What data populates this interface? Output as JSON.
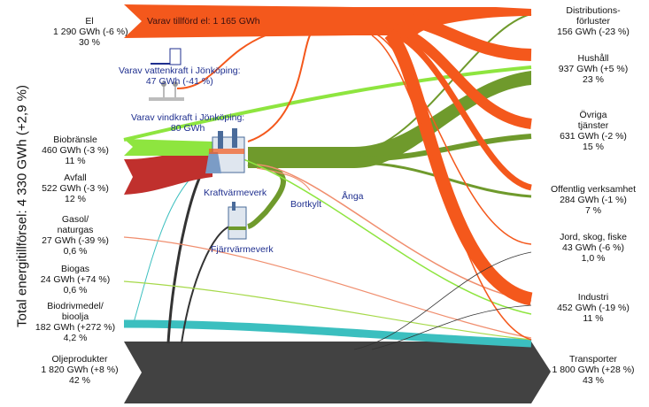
{
  "total": "Total energitillförsel: 4 330 GWh (+2,9 %)",
  "sources": {
    "el": [
      "El",
      "1 290 GWh (-6 %)",
      "30 %"
    ],
    "biobransle": [
      "Biobränsle",
      "460 GWh (-3 %)",
      "11 %"
    ],
    "avfall": [
      "Avfall",
      "522 GWh (-3 %)",
      "12 %"
    ],
    "gasol": [
      "Gasol/",
      "naturgas",
      "27 GWh (-39 %)",
      "0,6 %"
    ],
    "biogas": [
      "Biogas",
      "24 GWh (+74 %)",
      "0,6 %"
    ],
    "biodrivmedel": [
      "Biodrivmedel/",
      "bioolja",
      "182 GWh (+272 %)",
      "4,2 %"
    ],
    "olje": [
      "Oljeprodukter",
      "1 820 GWh (+8 %)",
      "42 %"
    ]
  },
  "sinks": {
    "distribution": [
      "Distributions-",
      "förluster",
      "156 GWh (-23 %)"
    ],
    "hushall": [
      "Hushåll",
      "937 GWh (+5 %)",
      "23 %"
    ],
    "ovriga": [
      "Övriga",
      "tjänster",
      "631 GWh (-2 %)",
      "15 %"
    ],
    "offentlig": [
      "Offentlig verksamhet",
      "284 GWh (-1 %)",
      "7 %"
    ],
    "jord": [
      "Jord, skog, fiske",
      "43 GWh (-6 %)",
      "1,0 %"
    ],
    "industri": [
      "Industri",
      "452 GWh (-19 %)",
      "11 %"
    ],
    "transporter": [
      "Transporter",
      "1 800 GWh (+28 %)",
      "43 %"
    ]
  },
  "annotations": {
    "tillford": "Varav tillförd el: 1 165 GWh",
    "vatten": [
      "Varav vattenkraft i Jönköping:",
      "47 GWh (-41 %)"
    ],
    "vind": [
      "Varav vindkraft i Jönköping:",
      "80 GWh"
    ],
    "kraftvarme": "Kraftvärmeverk",
    "fjarrvarme": "Fjärrvärmeverk",
    "bortkylt": "Bortkylt",
    "anga": "Ånga"
  },
  "colors": {
    "el": "#f4581c",
    "bio": "#8ee53f",
    "avfall": "#c0302d",
    "fjarrvarme": "#6f9a2c",
    "olja": "#424242",
    "biodrivmedel": "#3bbfbf",
    "gas": "#f08e6e",
    "biogas": "#a6d94a"
  }
}
